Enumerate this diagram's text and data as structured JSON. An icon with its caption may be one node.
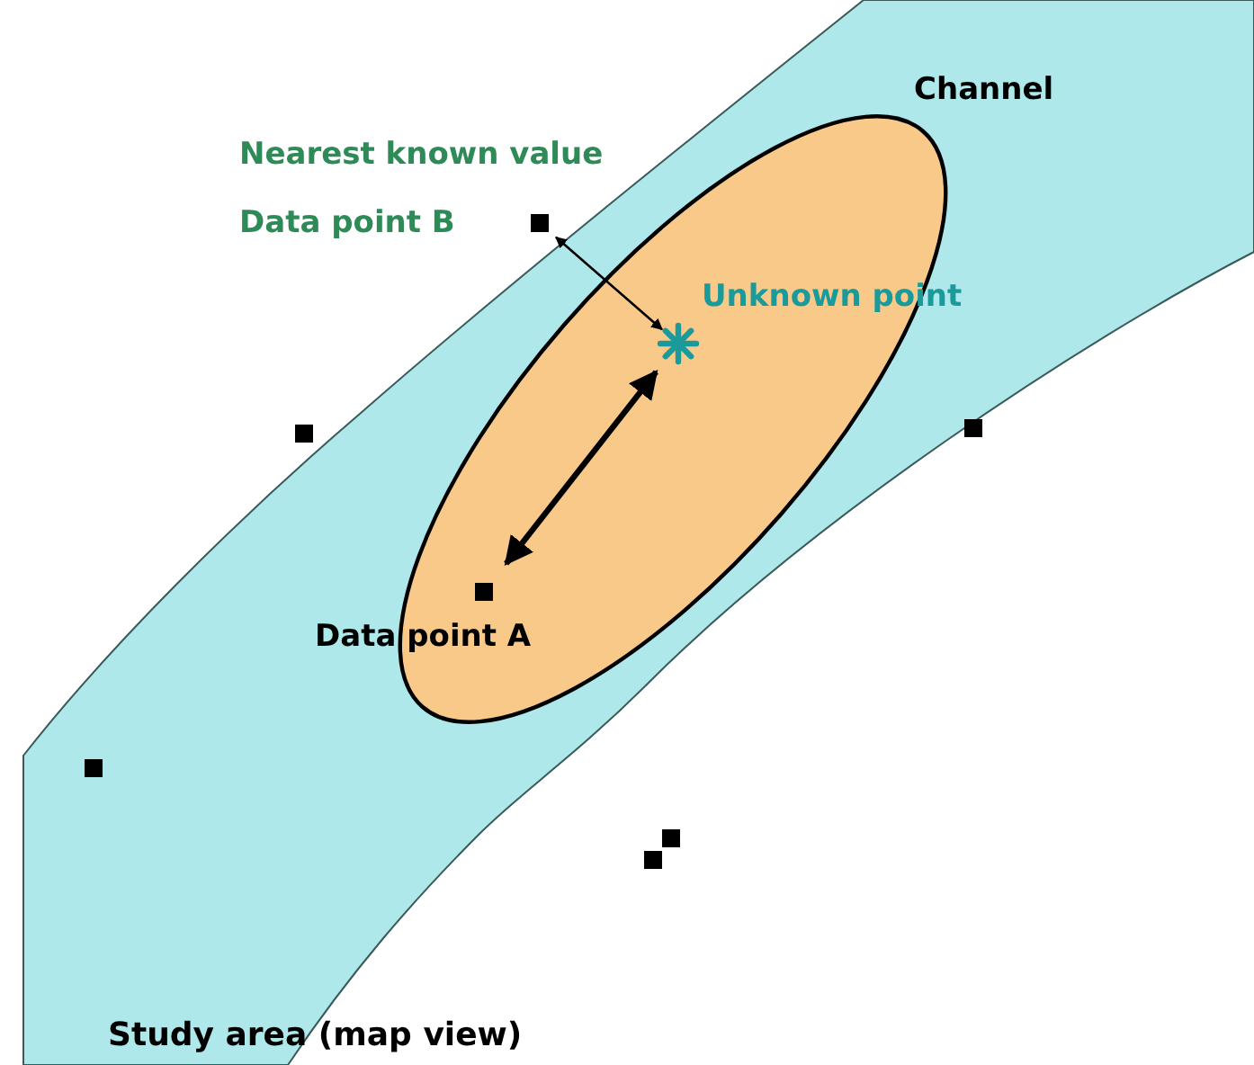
{
  "diagram": {
    "caption": "Study area (map view)",
    "nodes": [
      {
        "text": [
          "Channel"
        ]
      },
      {
        "text": [],
        "shape": "ellipse",
        "in": 0
      },
      {
        "text": [
          "Nearest known value",
          "Data point B"
        ]
      },
      {
        "text": [
          "Unknown point"
        ],
        "in": 1
      },
      {
        "text": [
          "Data point A"
        ],
        "in": 1
      },
      {
        "text": [],
        "shape": "box"
      },
      {
        "text": [],
        "shape": "box"
      },
      {
        "text": [],
        "shape": "box",
        "in": 0
      },
      {
        "text": [],
        "shape": "box"
      },
      {
        "text": [],
        "shape": "box"
      }
    ],
    "edges": [
      {
        "from": 2,
        "to": 3,
        "arrow": "both"
      },
      {
        "from": 3,
        "to": 4,
        "arrow": "both",
        "style": "thick"
      }
    ]
  }
}
